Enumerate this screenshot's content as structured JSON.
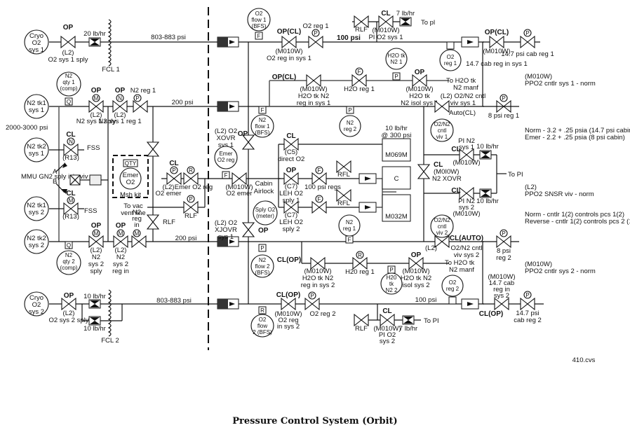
{
  "title": "Pressure Control System (Orbit)",
  "doc_id": "410.cvs",
  "colors": {
    "line": "#111111",
    "bg": "#ffffff"
  },
  "sources": {
    "cryo_o2_1": "Cryo O2 sys 1",
    "cryo_o2_2": "Cryo O2 sys 2",
    "n2_tk1_sys1": "N2 tk1 sys 1",
    "n2_tk2_sys1": "N2 tk2 sys 1",
    "n2_tk1_sys2": "N2 tk1 sys 2",
    "n2_tk2_sys2": "N2 tk2 sys 2",
    "n2_tank_pressure": "2000-3000 psi"
  },
  "sensors": {
    "n2_qty1": "N2 qty 1 (comp)",
    "n2_qty2": "N2 qty 2 (comp)",
    "o2_flow1": "O2 flow 1 (BFS)",
    "o2_flow2": "O2 flow 2 (BFS)",
    "n2_flow1": "N2 flow 1 (BFS)",
    "n2_flow2": "N2 flow 2 (BFS)",
    "h2o_tk_n2_1": "H2O tk N2 1",
    "h2o_tk_n2_2": "H20 tk N2 2",
    "n2_reg1": "N2 reg 1",
    "n2_reg2": "N2 reg 2",
    "o2_reg1": "O2 reg 1",
    "o2_reg2": "O2 reg 2",
    "o2n2_cntl_viv1": "O2/N2 cntl viv 1",
    "o2n2_cntl_viv2": "O2/N2 cntl viv 2",
    "emer_o2_reg": "Emer O2 reg",
    "sply_o2_meter": "Sply O2 (meter)",
    "emer_o2": "Emer O2"
  },
  "lines": {
    "o2_sys1_psi": "803-883 psi",
    "o2_sys2_psi": "803-883 psi",
    "n2_sys1_psi": "200 psi",
    "n2_sys2_psi": "200 psi",
    "o2_reg1_out": "100 psi",
    "o2_reg2_out": "100 psi"
  },
  "labels": {
    "op": "OP",
    "cl": "CL",
    "op_cl": "OP(CL)",
    "cl_op": "CL(OP)",
    "cl_auto": "CL(AUTO)",
    "auto_cl": "Auto(CL)",
    "rlf": "RLF",
    "fss": "FSS",
    "r13": "(R13)",
    "l2": "(L2)",
    "m010w": "(M010W)",
    "to_pi": "To PI",
    "to_pl": "To pl",
    "o2_sys1_sply": "O2 sys 1 sply",
    "o2_sys2_sply": "O2 sys 2 sply",
    "flow_20": "20 lb/hr",
    "flow_10": "10 lb/hr",
    "flow_7": "7 lb/hr",
    "flow_10_300": "10 lb/hr @ 300 psi",
    "fcl1": "FCL 1",
    "fcl2": "FCL 2",
    "n2_sys1_sply": "N2 sys 1 sply",
    "n2_sys1_reg1": "N2 sys 1 reg 1",
    "n2_reg1_lbl": "N2 reg 1",
    "n2_sys2_sply": "N2 sys 2 sply",
    "n2_sys2_reg_in": "N2 sys 2 reg in",
    "n2_reg_in": "N2 reg in",
    "mmu_gn2": "MMU GN2 sply isio viv",
    "a": "A",
    "b": "B",
    "qty": "QTY",
    "msh_kit": "Msh kit",
    "to_vac": "To vac vent line",
    "o2_emer_l2": "O2 emer",
    "emer_o2_reg": "Emer O2 reg",
    "o2_xovr": "(L2) O2 XOVR sys 1",
    "o2_xjovr": "(L2) O2 XJOVR sys 1",
    "o2_emer": "O2 emer",
    "cabin_airlock": "Cabin Airlock",
    "c5": "(C5)",
    "direct_o2": "direct O2",
    "c7": "(C7)",
    "leh_o2_1": "LEH O2 sply 1",
    "leh_o2_2": "LEH O2 sply 2",
    "psi_regs": "100 psi regs",
    "m069m": "M069M",
    "m032m": "M032M",
    "c": "C",
    "o2_reg_in_sys1": "O2 reg in sys 1",
    "o2_reg_in_sys2": "O2 reg in sys 2",
    "o2_reg1": "O2 reg 1",
    "o2_reg2": "O2 reg 2",
    "pi_o2_sys1": "PI O2 sys 1",
    "pi_o2_sys2": "PI O2 sys 2",
    "h2o_reg_in_sys1": "H2O tk N2 reg in sys 1",
    "h2o_reg_in_sys2": "H2O tk N2 reg in sys 2",
    "h2o_reg1": "H2O reg 1",
    "h20_reg1": "H20 reg 1",
    "h2o_isol_sys1": "H2O tk N2 isol sys 1",
    "h2o_isol_sys2": "H2O tk N2 isol sys 2",
    "to_h2o_manf": "To H2O tk N2 manf",
    "o2n2_viv_sys1": "(L2) O2/N2 cntl viv sys 1",
    "o2n2_viv_sys2": "O2/N2 cntl viv sys 2",
    "cab_reg_in_sys1": "14.7 cab reg in sys 1",
    "cab_reg_in_sys2": "14.7 cab reg in sys 2",
    "cab_reg1": "14.7 psi cab reg 1",
    "cab_reg2": "14.7 psi cab reg 2",
    "psi8_reg1": "8 psi reg 1",
    "psi8_reg2": "8 psi reg 2",
    "pi_n2_sys1": "PI N2 sys 1",
    "pi_n2_sys2": "PI N2 sys 2",
    "n2_xovr": "N2 XOVR",
    "m0i0w": "(M0I0W)"
  },
  "notes": {
    "ppo2_sys1": [
      "(M010W)",
      "PPO2 cntlr sys 1 - norm"
    ],
    "setpoints": [
      "Norm - 3.2 + .25 psia (14.7 psi cabin)",
      "Emer - 2.2 + .25 psia (8 psi cabin)"
    ],
    "ppo2_snsr": [
      "(L2)",
      "PPO2 SNSR viv - norm"
    ],
    "controllers": [
      "Norm - cntlr 1(2) controls pcs 1(2)",
      "Reverse - cntlr 1(2) controls pcs 2 (1)"
    ],
    "ppo2_sys2": [
      "(M010W)",
      "PPO2 cntlr sys 2 - norm"
    ]
  }
}
